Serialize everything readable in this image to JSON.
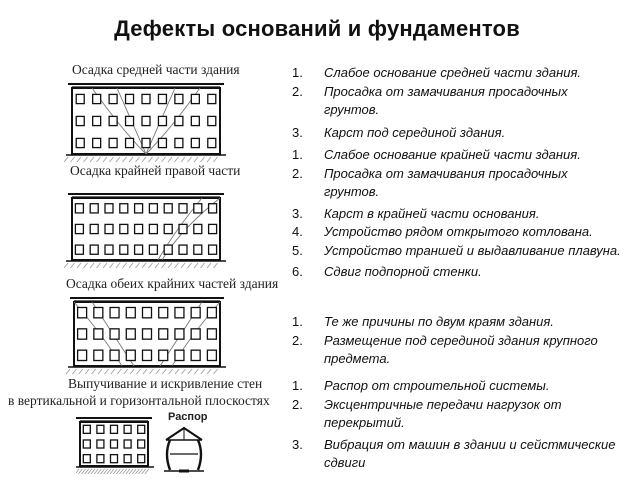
{
  "title": "Дефекты оснований и фундаментов",
  "sections": [
    {
      "caption": "Осадка средней части здания",
      "items": [
        "Слабое основание средней части здания.",
        "Просадка от замачивания просадочных грунтов.",
        "Карст под серединой здания."
      ]
    },
    {
      "caption": "Осадка крайней правой части",
      "items": [
        "Слабое основание крайней части здания.",
        "Просадка от замачивания просадочных грунтов.",
        "Карст в крайней части основания.",
        "Устройство рядом открытого котлована.",
        "Устройство траншей и выдавливание плавуна.",
        "Сдвиг подпорной стенки."
      ]
    },
    {
      "caption": "Осадка обеих крайних частей здания",
      "items": [
        "Те же причины по двум краям здания.",
        "Размещение под серединой здания крупного предмета."
      ]
    },
    {
      "caption": "Выпучивание и искривление стен в вертикальной и горизонтальной плоскостях",
      "caption_line1": "Выпучивание и искривление стен",
      "caption_line2": "в вертикальной и горизонтальной плоскостях",
      "figure_label": "Распор",
      "items": [
        "Распор от строительной системы.",
        "Эксцентричные передачи нагрузок от перекрытий.",
        "Вибрация от машин в здании и сейстмические сдвиги"
      ]
    }
  ]
}
